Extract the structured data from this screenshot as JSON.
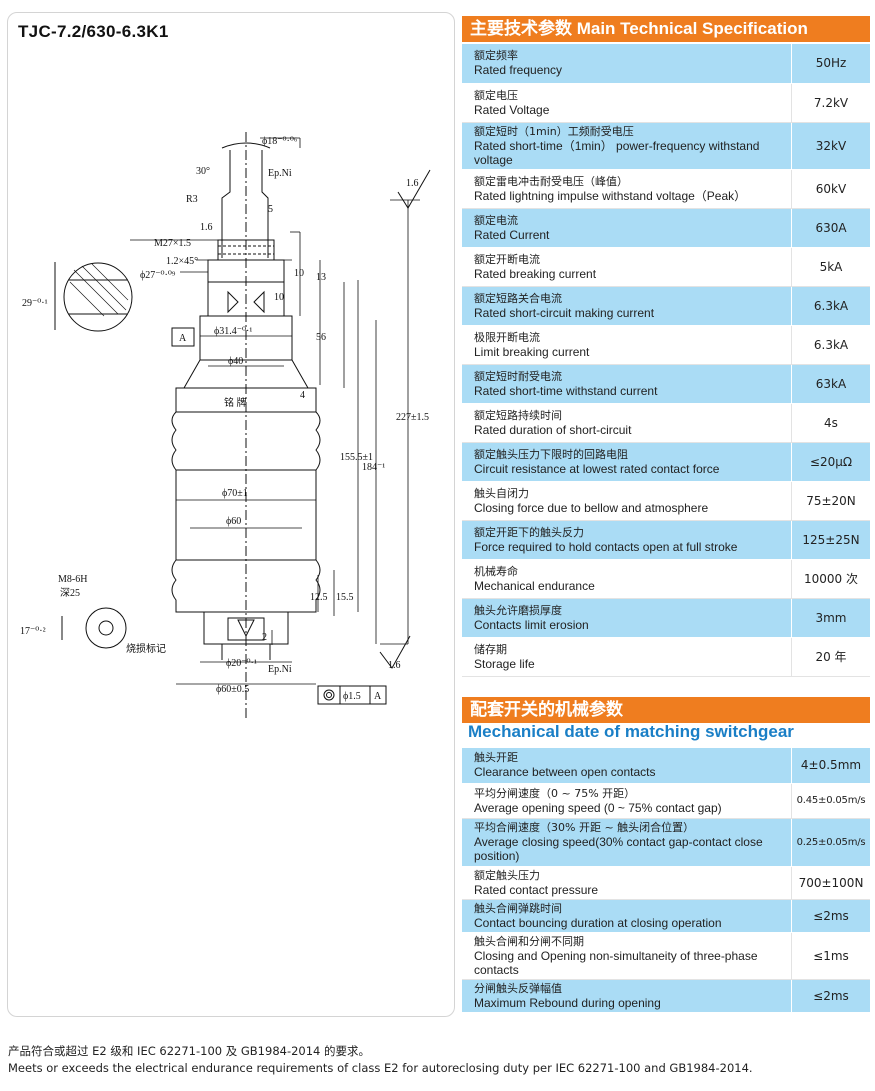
{
  "model": "TJC-7.2/630-6.3K1",
  "drawing": {
    "labels": {
      "d18": "ϕ18⁻⁰·⁰⁶",
      "angle30": "30°",
      "epni_top": "Ep.Ni",
      "r3": "R3",
      "dim5": "5",
      "roughness": "1.6",
      "dim16": "1.6",
      "m27": "M27×1.5",
      "chamfer": "1.2×45°",
      "d27": "ϕ27⁻⁰·⁰⁹",
      "dim29": "29⁻⁰·¹",
      "dim10a": "10",
      "dim13": "13",
      "dim10b": "10",
      "datum_a": "A",
      "d31": "ϕ31.4⁻⁰·¹",
      "dim56": "56",
      "d40": "ϕ40",
      "dim4": "4",
      "nameplate": "铭 牌",
      "dim155": "155.5±1",
      "dim184": "184⁻¹",
      "dim227": "227±1.5",
      "d70": "ϕ70±1",
      "d60": "ϕ60",
      "m8": "M8-6H",
      "depth": "深25",
      "dim17": "17⁻⁰·²",
      "erosion_mark": "烧损标记",
      "dim125": "12.5",
      "dim155b": "15.5",
      "dim2": "2",
      "d20": "ϕ20⁻⁰·¹",
      "epni_bottom": "Ep.Ni",
      "d60b": "ϕ60±0.5",
      "tolerance": "ϕ1.5",
      "tolerance_datum": "A",
      "roughness_bottom": "1.6"
    }
  },
  "main_spec": {
    "title": "主要技术参数 Main Technical Specification",
    "rows": [
      {
        "cn": "额定频率",
        "en": "Rated frequency",
        "value": "50Hz"
      },
      {
        "cn": "额定电压",
        "en": "Rated Voltage",
        "value": "7.2kV"
      },
      {
        "cn": "额定短时（1min）工频耐受电压",
        "en": "Rated short-time（1min） power-frequency withstand voltage",
        "value": "32kV"
      },
      {
        "cn": "额定雷电冲击耐受电压（峰值）",
        "en": "Rated lightning impulse  withstand voltage（Peak）",
        "value": "60kV"
      },
      {
        "cn": "额定电流",
        "en": "Rated Current",
        "value": "630A"
      },
      {
        "cn": "额定开断电流",
        "en": "Rated breaking current",
        "value": "5kA"
      },
      {
        "cn": "额定短路关合电流",
        "en": "Rated short-circuit making current",
        "value": "6.3kA"
      },
      {
        "cn": "极限开断电流",
        "en": "Limit breaking current",
        "value": "6.3kA"
      },
      {
        "cn": "额定短时耐受电流",
        "en": "Rated short-time withstand current",
        "value": "63kA"
      },
      {
        "cn": "额定短路持续时间",
        "en": "Rated duration of short-circuit",
        "value": "4s"
      },
      {
        "cn": "额定触头压力下限时的回路电阻",
        "en": "Circuit resistance at lowest rated contact force",
        "value": "≤20μΩ"
      },
      {
        "cn": "触头自闭力",
        "en": "Closing force due to bellow and atmosphere",
        "value": "75±20N"
      },
      {
        "cn": "额定开距下的触头反力",
        "en": "Force required to hold contacts open at full stroke",
        "value": "125±25N"
      },
      {
        "cn": "机械寿命",
        "en": "Mechanical endurance",
        "value": "10000 次"
      },
      {
        "cn": "触头允许磨损厚度",
        "en": "Contacts limit erosion",
        "value": "3mm"
      },
      {
        "cn": "储存期",
        "en": "Storage life",
        "value": "20 年"
      }
    ]
  },
  "mech_spec": {
    "title": "配套开关的机械参数",
    "subtitle": "Mechanical date of matching switchgear",
    "rows": [
      {
        "cn": "触头开距",
        "en": "Clearance between open contacts",
        "value": "4±0.5mm"
      },
      {
        "cn": "平均分闸速度（0 ~ 75% 开距）",
        "en": "Average opening speed (0 ~ 75% contact gap)",
        "value": "0.45±0.05m/s"
      },
      {
        "cn": "平均合闸速度（30% 开距 ~ 触头闭合位置）",
        "en": "Average closing speed(30% contact gap-contact close position)",
        "value": "0.25±0.05m/s"
      },
      {
        "cn": "额定触头压力",
        "en": "Rated contact pressure",
        "value": "700±100N"
      },
      {
        "cn": "触头合闸弹跳时间",
        "en": "Contact bouncing duration at closing operation",
        "value": "≤2ms"
      },
      {
        "cn": "触头合闸和分闸不同期",
        "en": "Closing and Opening non-simultaneity of three-phase contacts",
        "value": "≤1ms"
      },
      {
        "cn": "分闸触头反弹幅值",
        "en": "Maximum Rebound during opening",
        "value": "≤2ms"
      }
    ]
  },
  "footnote": {
    "cn": "产品符合或超过 E2 级和 IEC 62271-100 及 GB1984-2014 的要求。",
    "en": "Meets or exceeds the electrical endurance requirements of class E2 for autoreclosing duty per IEC 62271-100 and GB1984-2014."
  },
  "colors": {
    "accent_orange": "#ef7d1f",
    "row_blue": "#aadcf5",
    "subtitle_blue": "#1a7fc6"
  }
}
